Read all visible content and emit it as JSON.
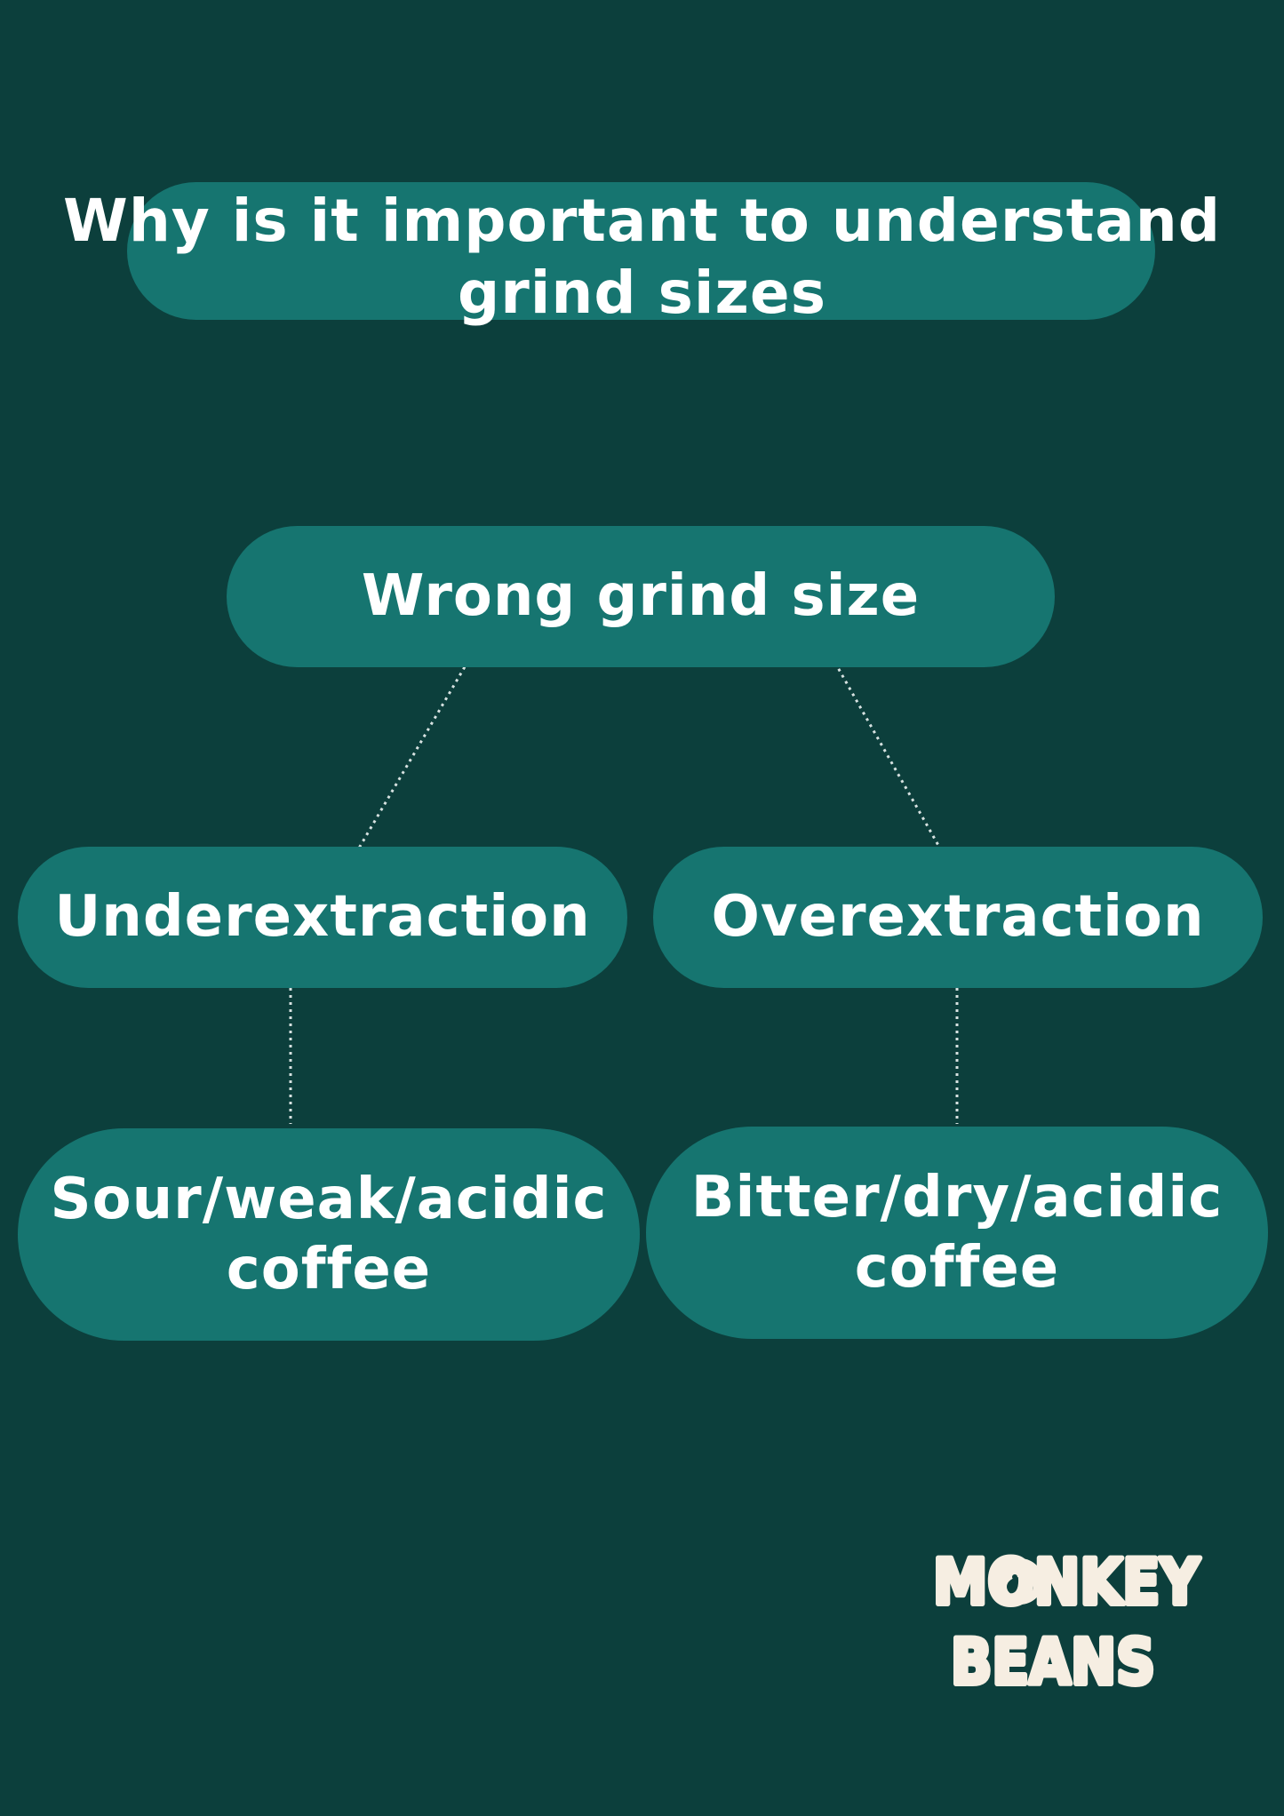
{
  "title": "Why is it important to understand\ngrind sizes",
  "diagram": {
    "root": "Wrong grind size",
    "branches": [
      {
        "label": "Underextraction",
        "result": "Sour/weak/acidic\ncoffee"
      },
      {
        "label": "Overextraction",
        "result": "Bitter/dry/acidic\ncoffee"
      }
    ]
  },
  "logo": {
    "line1": "MONKEY",
    "line2": "BEANS"
  },
  "colors": {
    "background": "#0c3f3c",
    "pill": "#167570",
    "text": "#ffffff",
    "logo": "#f6eee2"
  }
}
